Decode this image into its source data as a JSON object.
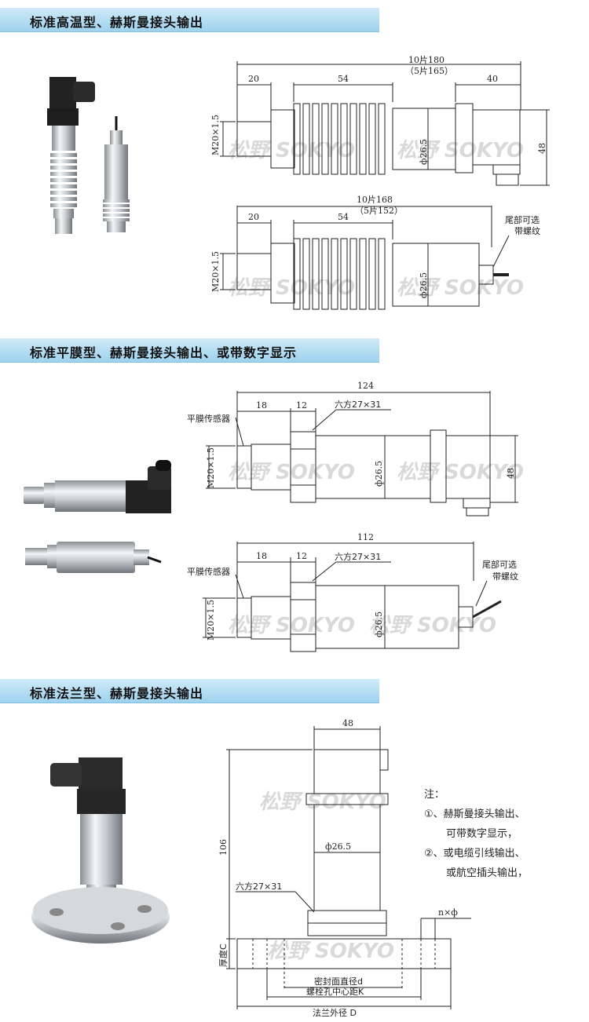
{
  "sections": [
    {
      "title": "标准高温型、赫斯曼接头输出"
    },
    {
      "title": "标准平膜型、赫斯曼接头输出、或带数字显示"
    },
    {
      "title": "标准法兰型、赫斯曼接头输出"
    }
  ],
  "watermark": "松野 SOKYO",
  "drawing1": {
    "total": "10片180",
    "total_sub": "（5片165）",
    "d20": "20",
    "d54": "54",
    "d40": "40",
    "thread": "M20×1.5",
    "dia": "ф26.5",
    "h48": "48"
  },
  "drawing2": {
    "total": "10片168",
    "total_sub": "（5片152）",
    "d20": "20",
    "d54": "54",
    "thread": "M20×1.5",
    "dia": "ф26.5",
    "tail1": "尾部可选",
    "tail2": "带螺纹"
  },
  "drawing3": {
    "total": "124",
    "d18": "18",
    "d12": "12",
    "hex": "六方27×31",
    "flat": "平膜传感器",
    "thread": "M20×1.5",
    "dia": "ф26.5",
    "h48": "48"
  },
  "drawing4": {
    "total": "112",
    "d18": "18",
    "d12": "12",
    "hex": "六方27×31",
    "flat": "平膜传感器",
    "thread": "M20×1.5",
    "dia": "ф26.5",
    "tail1": "尾部可选",
    "tail2": "带螺纹"
  },
  "drawing5": {
    "w48": "48",
    "h106": "106",
    "dia": "ф26.5",
    "hex": "六方27×31",
    "holes": "n×ф",
    "thick": "厚度C",
    "seal": "密封面直径d",
    "bolt": "螺栓孔中心距K",
    "outer": "法兰外径 D"
  },
  "notes": {
    "title": "注：",
    "lines": [
      "①、赫斯曼接头输出、",
      "可带数字显示，",
      "②、或电缆引线输出、",
      "或航空插头输出，"
    ]
  }
}
